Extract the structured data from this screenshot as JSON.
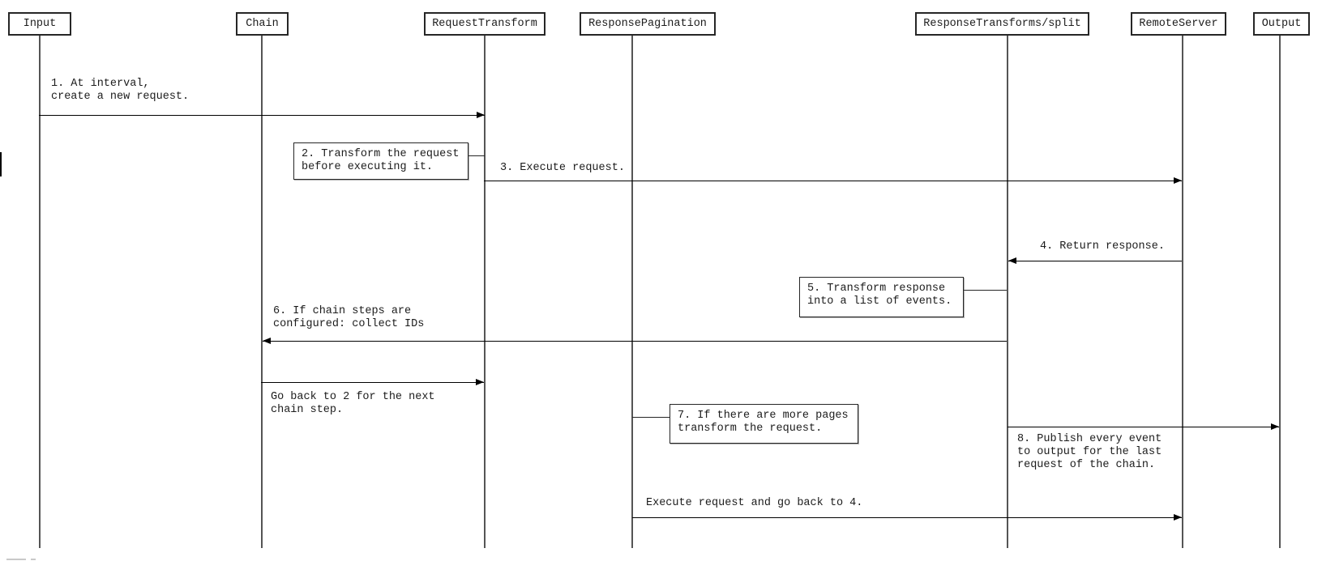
{
  "diagram_type": "sequence-diagram",
  "colors": {
    "background": "#ffffff",
    "arrow": "#000000",
    "lifeline": "#555555",
    "box_border": "#262626",
    "text": "#1c1c1c"
  },
  "actors": [
    {
      "label": "Input"
    },
    {
      "label": "Chain"
    },
    {
      "label": "RequestTransform"
    },
    {
      "label": "ResponsePagination"
    },
    {
      "label": "ResponseTransforms/split"
    },
    {
      "label": "RemoteServer"
    },
    {
      "label": "Output"
    }
  ],
  "messages": [
    {
      "from": "Input",
      "to": "RequestTransform",
      "direction": "right",
      "label": "1. At interval,\ncreate a new request."
    },
    {
      "from": "RequestTransform",
      "to": "RemoteServer",
      "direction": "right",
      "label": "3. Execute request."
    },
    {
      "from": "RemoteServer",
      "to": "ResponseTransforms/split",
      "direction": "left",
      "label": "4. Return response."
    },
    {
      "from": "ResponseTransforms/split",
      "to": "Chain",
      "direction": "left",
      "label": "6. If chain steps are\nconfigured: collect IDs"
    },
    {
      "from": "Chain",
      "to": "RequestTransform",
      "direction": "right",
      "label": "Go back to 2 for the next\nchain step."
    },
    {
      "from": "ResponseTransforms/split",
      "to": "Output",
      "direction": "right",
      "label": "8. Publish every event\nto output for the last\nrequest of the chain."
    },
    {
      "from": "ResponsePagination",
      "to": "RemoteServer",
      "direction": "right",
      "label": "Execute request and go back to 4."
    }
  ],
  "notes": [
    {
      "attached_to": "RequestTransform",
      "label": "2. Transform the request\nbefore executing it."
    },
    {
      "attached_to": "ResponseTransforms/split",
      "label": "5. Transform response\ninto a list of events."
    },
    {
      "attached_to": "ResponsePagination",
      "label": "7. If there are more pages\ntransform the request."
    }
  ]
}
